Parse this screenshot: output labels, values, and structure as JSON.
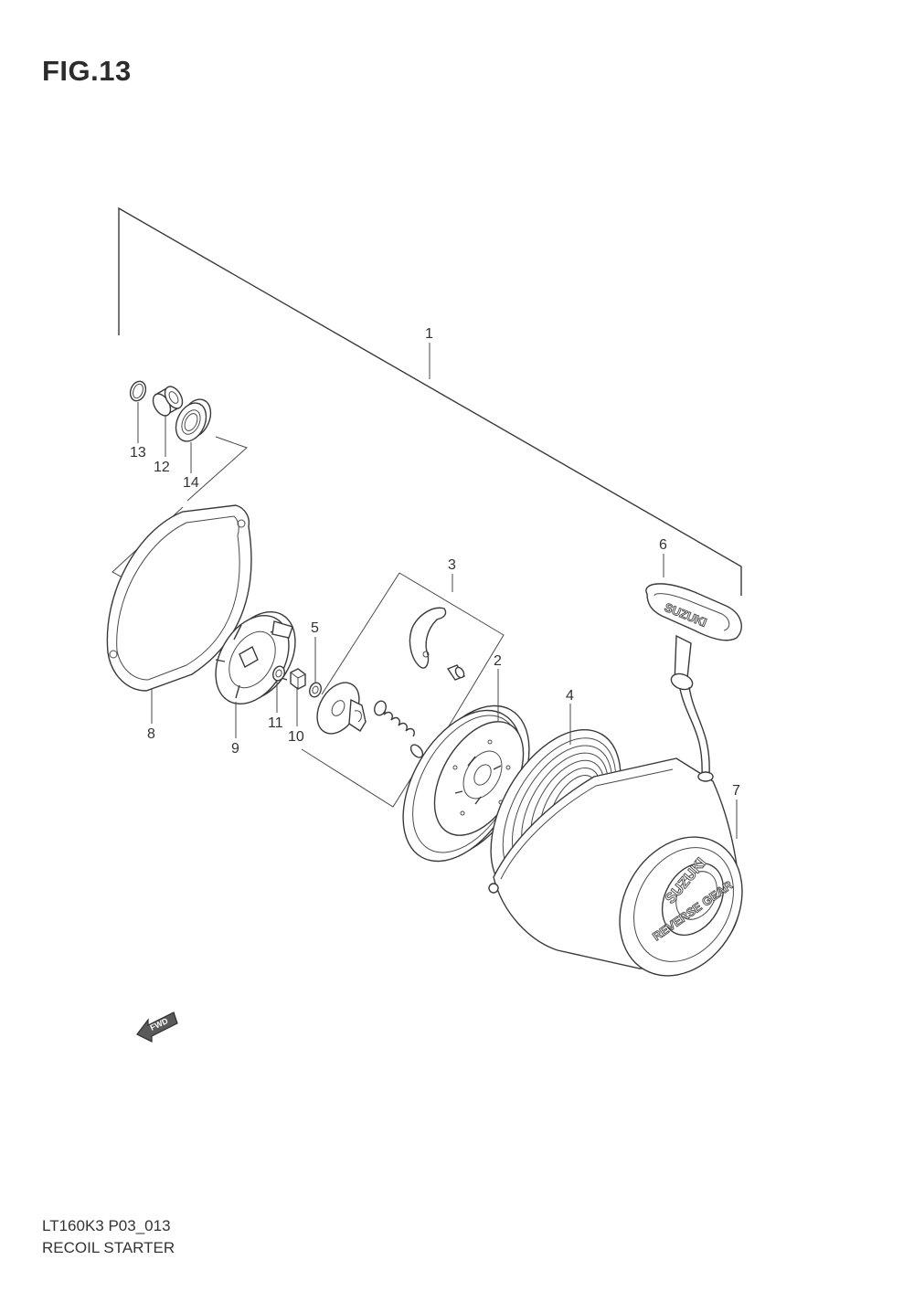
{
  "figure": {
    "title": "FIG.13",
    "code": "LT160K3 P03_013",
    "name": "RECOIL STARTER"
  },
  "callouts": [
    {
      "id": "1",
      "label": "1"
    },
    {
      "id": "2",
      "label": "2"
    },
    {
      "id": "3",
      "label": "3"
    },
    {
      "id": "4",
      "label": "4"
    },
    {
      "id": "5",
      "label": "5"
    },
    {
      "id": "6",
      "label": "6"
    },
    {
      "id": "7",
      "label": "7"
    },
    {
      "id": "8",
      "label": "8"
    },
    {
      "id": "9",
      "label": "9"
    },
    {
      "id": "10",
      "label": "10"
    },
    {
      "id": "11",
      "label": "11"
    },
    {
      "id": "12",
      "label": "12"
    },
    {
      "id": "13",
      "label": "13"
    },
    {
      "id": "14",
      "label": "14"
    }
  ],
  "markings": {
    "handle_logo": "SUZUKI",
    "case_logo": "SUZUKI",
    "case_ring": "REVERSE GEAR",
    "fwd_arrow": "FWD"
  },
  "colors": {
    "line": "#3a3a3a",
    "background": "#ffffff"
  }
}
